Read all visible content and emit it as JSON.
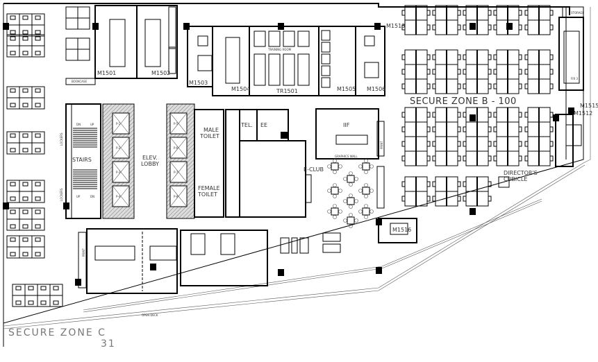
{
  "plan": {
    "zone_b_label": "SECURE ZONE B - 100",
    "zone_c_label": "SECURE ZONE C",
    "grid_number": "31",
    "open_deck": "OPEN DECK",
    "rooms": {
      "m1501": "M1501",
      "m1502": "M1502",
      "m1503": "M1503",
      "m1504": "M1504",
      "training_room": "TRAINING ROOM",
      "tr1501": "TR1501",
      "m1505": "M1505",
      "m1506": "M1506",
      "m1513": "M1513",
      "m1512": "M1512",
      "m1515": "M1515",
      "m1516": "M1516",
      "storage": "STORAGE",
      "fir": "FIR 3",
      "bookcase": "BOOKCASE",
      "graphics_wall": "GRAPHICS WALL",
      "stairs": "STAIRS",
      "dn": "DN",
      "up": "UP",
      "elev_lobby_1": "ELEV.",
      "elev_lobby_2": "LOBBY",
      "male_toilet_1": "MALE",
      "male_toilet_2": "TOILET",
      "female_toilet_1": "FEMALE",
      "female_toilet_2": "TOILET",
      "tel": "TEL.",
      "ee": "EE",
      "iif": "IIF",
      "e_club": "E-CLUB",
      "directors_1": "DIRECTOR'S",
      "directors_2": "CUBICLE",
      "print": "PRINT",
      "lockers": "LOCKERS"
    },
    "elevators": [
      "P-1",
      "P-2",
      "P-3",
      "P-4",
      "P-5",
      "P-6",
      "P-7",
      "P-8"
    ]
  }
}
